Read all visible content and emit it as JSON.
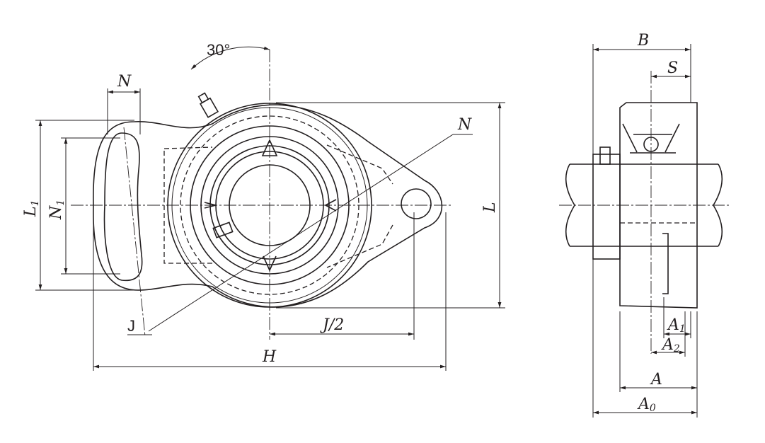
{
  "title": "Flange bearing unit dimension drawing",
  "labels": {
    "angle": "30°",
    "n_top": "N",
    "n_right": "N",
    "l1": "L",
    "l1_sub": "1",
    "n1": "N",
    "n1_sub": "1",
    "l": "L",
    "j": "J",
    "j_half": "J/2",
    "h": "H",
    "b": "B",
    "s": "S",
    "a1": "A",
    "a1_sub": "1",
    "a2": "A",
    "a2_sub": "2",
    "a": "A",
    "a0": "A",
    "a0_sub": "0"
  }
}
